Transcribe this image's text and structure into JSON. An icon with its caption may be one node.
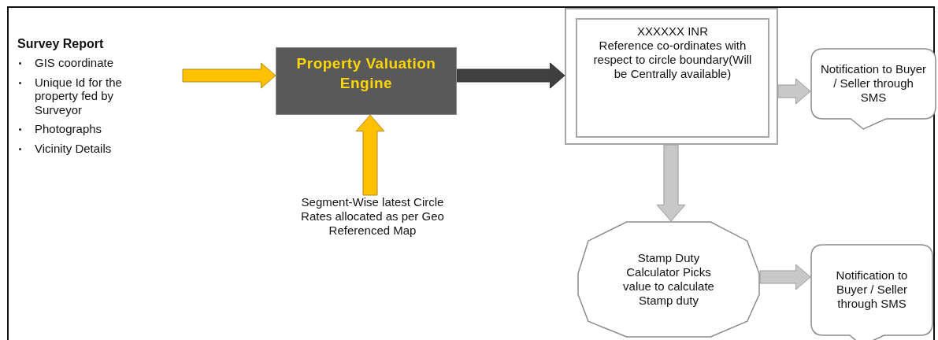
{
  "diagram": {
    "nodes": [
      {
        "text": [
          "Survey Report",
          "GIS coordinate",
          "Unique Id for the property fed by Surveyor",
          "Photographs",
          "Vicinity Details"
        ]
      },
      {
        "text": [
          "Property Valuation Engine"
        ]
      },
      {
        "text": [
          "Segment-Wise latest Circle Rates allocated as per Geo Referenced Map"
        ]
      },
      {
        "text": [],
        "shape": "box"
      },
      {
        "text": [
          "XXXXXX INR",
          "Reference co-ordinates with respect to circle boundary(Will be Centrally available)"
        ],
        "in": 3
      },
      {
        "text": [
          "Notification to Buyer / Seller through SMS"
        ]
      },
      {
        "text": [
          "Stamp Duty Calculator Picks value to calculate Stamp duty"
        ]
      },
      {
        "text": [
          "Notification to Buyer / Seller through SMS"
        ]
      }
    ],
    "edges": [
      {
        "from": 0,
        "to": 1,
        "arrow": "to",
        "color": "#ffc000"
      },
      {
        "from": 2,
        "to": 1,
        "arrow": "to",
        "color": "#ffc000"
      },
      {
        "from": 1,
        "to": 3,
        "arrow": "to",
        "color": "#404040"
      },
      {
        "from": 3,
        "to": 5,
        "arrow": "to"
      },
      {
        "from": 3,
        "to": 6,
        "arrow": "to"
      },
      {
        "from": 6,
        "to": 7,
        "arrow": "to"
      }
    ]
  }
}
